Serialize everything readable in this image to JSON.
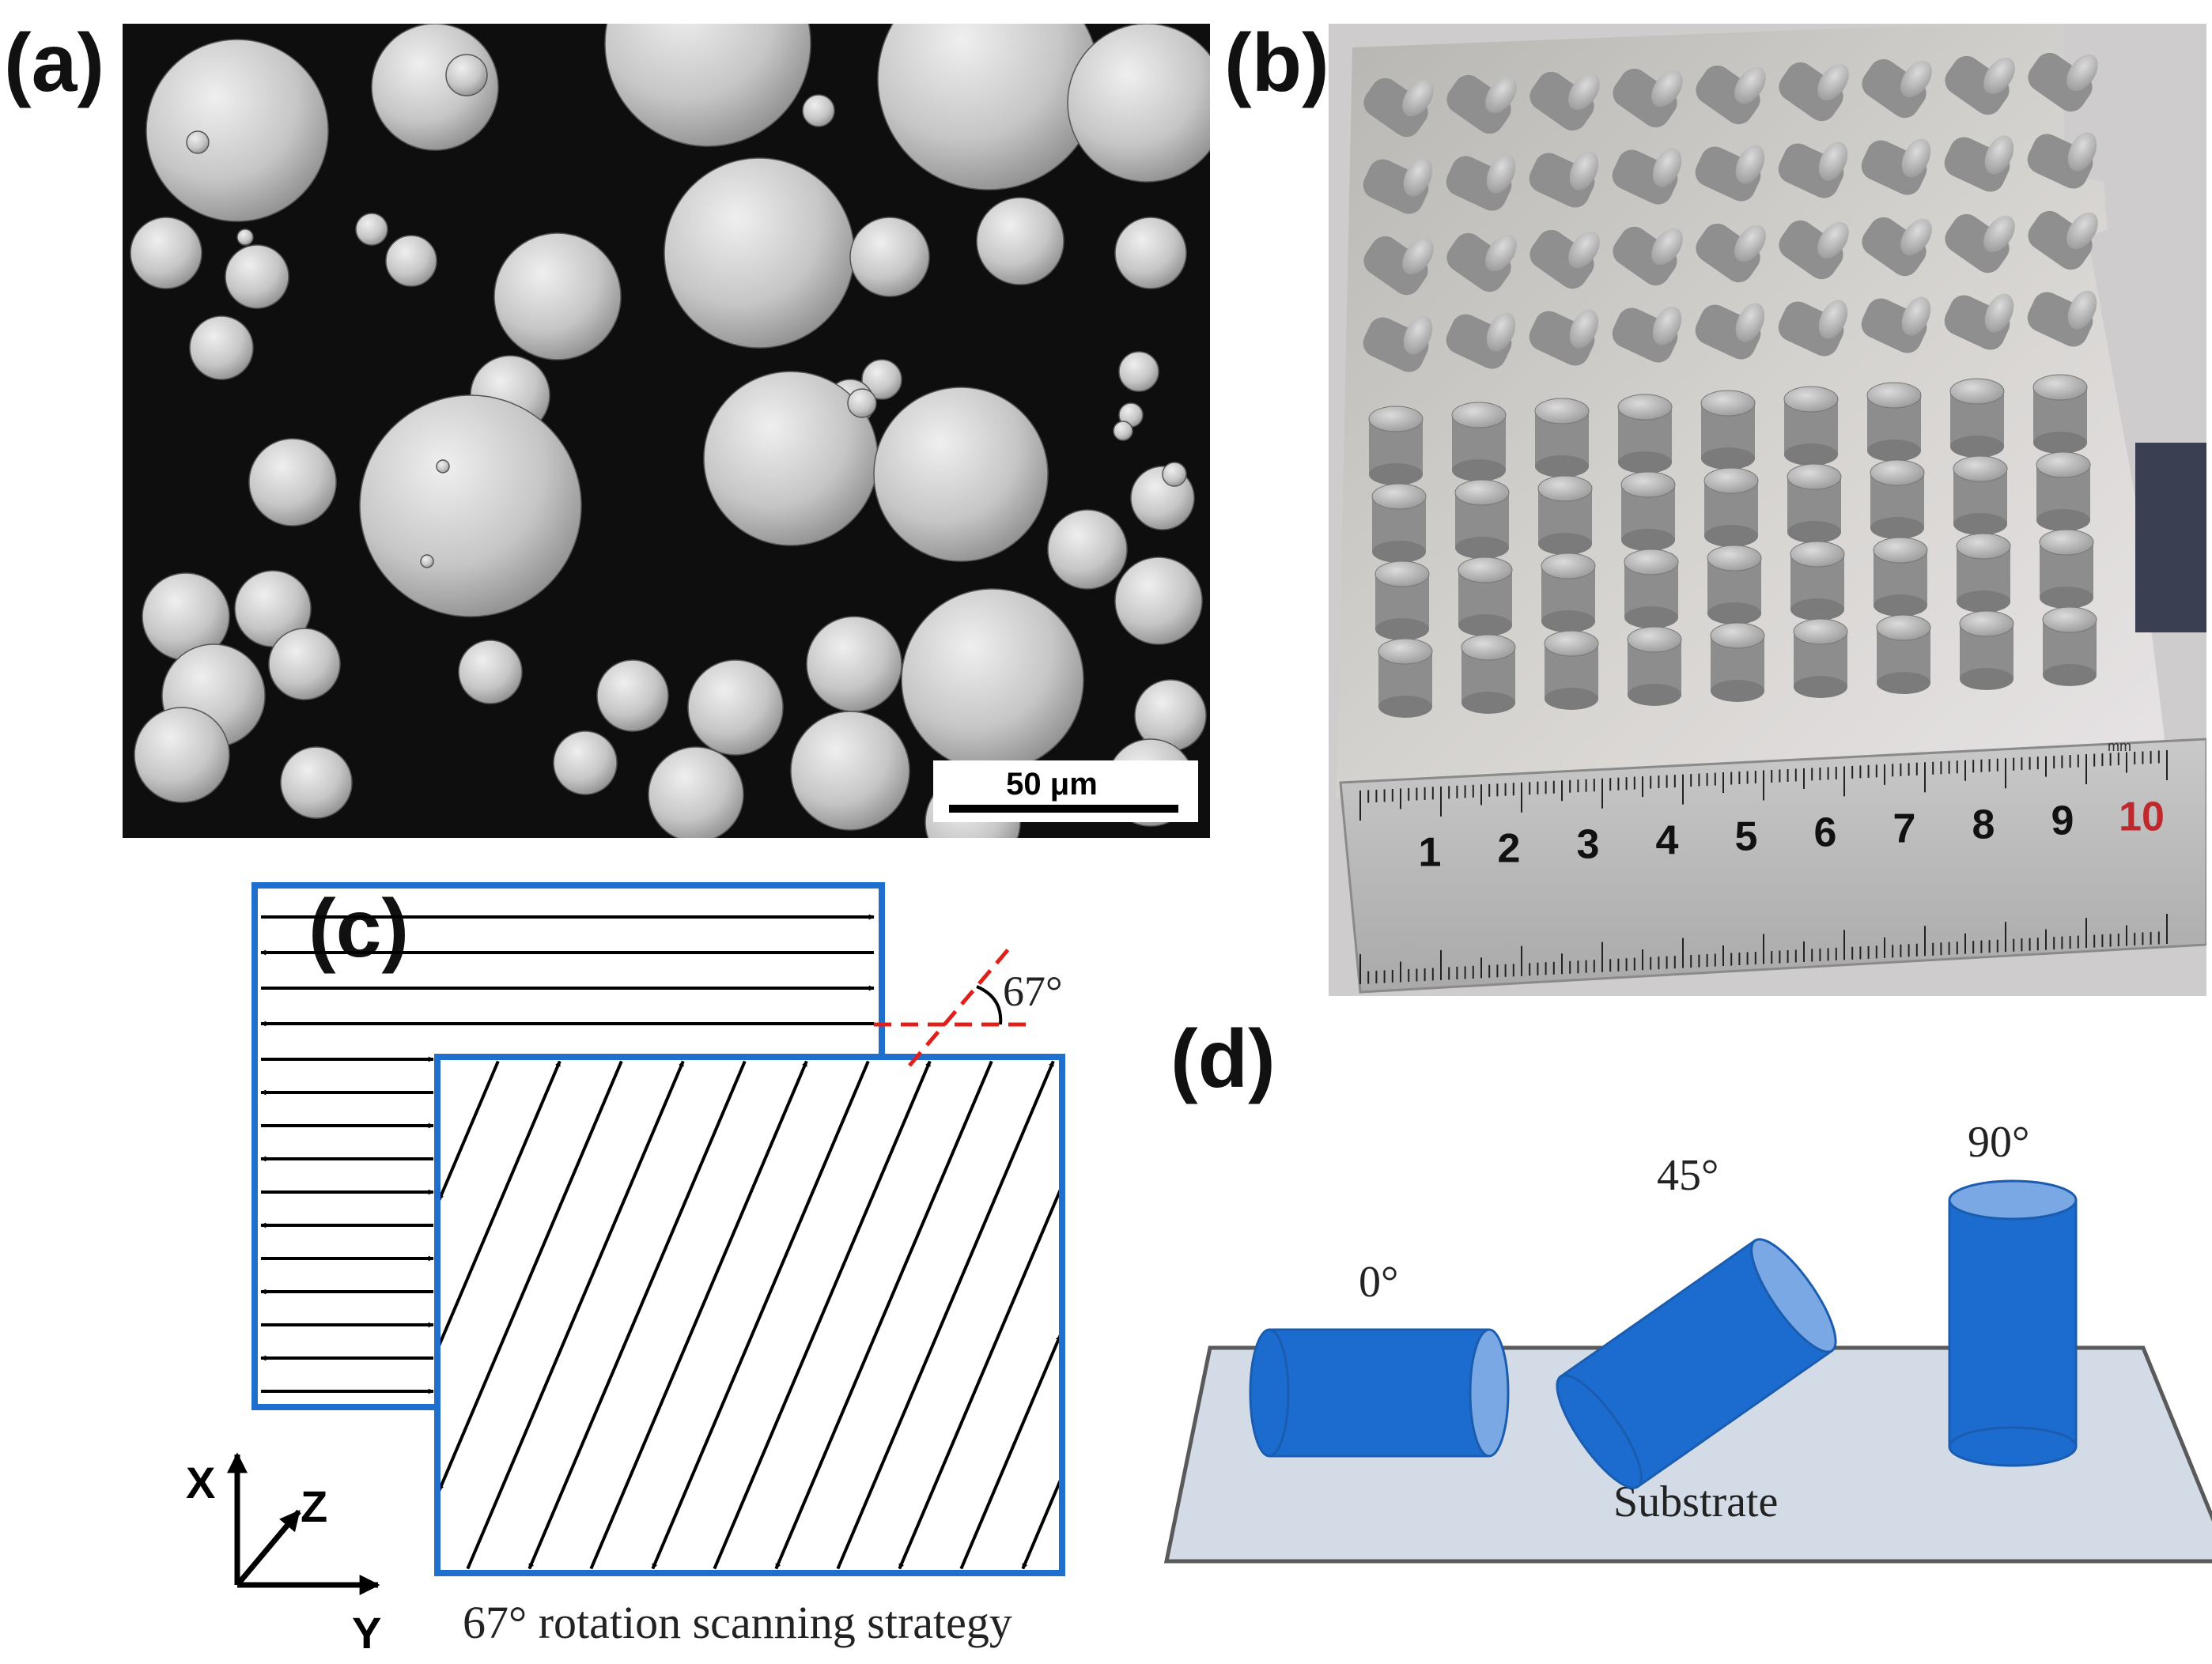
{
  "panels": {
    "a": {
      "label": "(a)",
      "scale_bar": "50 μm",
      "bg_color": "#0e0e0e",
      "particle_color": "#d0d0d0"
    },
    "b": {
      "label": "(b)",
      "ruler_unit": "mm",
      "ruler_numbers": [
        "1",
        "2",
        "3",
        "4",
        "5",
        "6",
        "7",
        "8",
        "9",
        "10"
      ],
      "ruler_highlight_color": "#c0282d"
    },
    "c": {
      "label": "(c)",
      "angle_label": "67°",
      "caption": "67° rotation scanning strategy",
      "axes": {
        "x": "X",
        "y": "Y",
        "z": "Z"
      },
      "layer_color": "#1f6fcf",
      "guide_color": "#e0211b"
    },
    "d": {
      "label": "(d)",
      "cylinder_labels": [
        "0°",
        "45°",
        "90°"
      ],
      "substrate_label": "Substrate",
      "cylinder_color": "#1c6ccf",
      "cylinder_face_color": "#7aa8e4",
      "substrate_color": "#d3dce6"
    }
  }
}
